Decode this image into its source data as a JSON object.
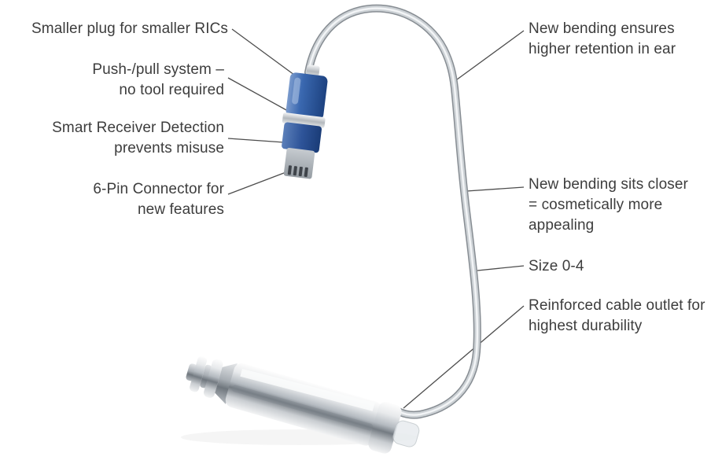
{
  "labels": {
    "left": [
      {
        "text": "Smaller plug for smaller RICs"
      },
      {
        "text": "Push-/pull system –\nno tool required"
      },
      {
        "text": "Smart Receiver Detection\nprevents misuse"
      },
      {
        "text": "6-Pin Connector for\nnew features"
      }
    ],
    "right": [
      {
        "text": "New bending ensures\nhigher retention in ear"
      },
      {
        "text": "New bending sits closer\n= cosmetically more\nappealing"
      },
      {
        "text": "Size 0-4"
      },
      {
        "text": "Reinforced cable outlet for\nhighest durability"
      }
    ]
  },
  "illustration": {
    "colors": {
      "text": "#3d3d3d",
      "leader_line": "#4d4d4d",
      "plug_blue": "#2e5ca6",
      "metal_light": "#f4f5f6",
      "metal_dark": "#767d84",
      "background": "#ffffff"
    }
  }
}
